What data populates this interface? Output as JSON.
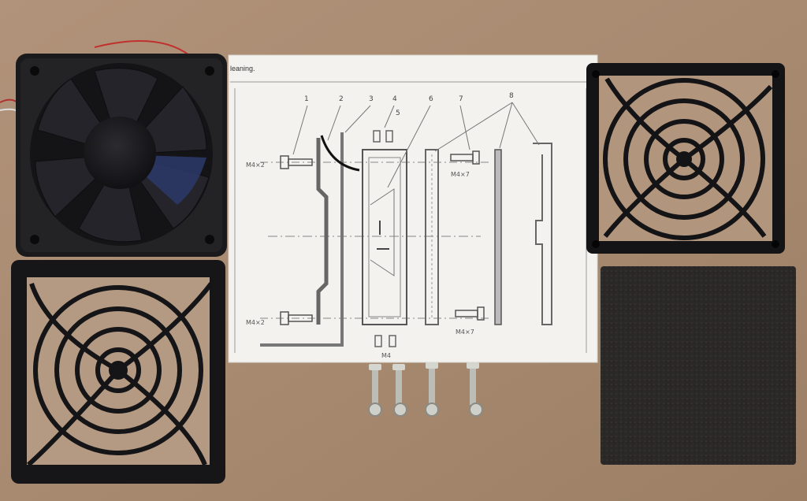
{
  "sheet": {
    "header_text": "leaning.",
    "part_numbers": [
      "1",
      "2",
      "3",
      "4",
      "5",
      "6",
      "7",
      "8"
    ],
    "callouts": {
      "screw_left_top": "M4×2",
      "screw_left_bottom": "M4×2",
      "screw_right_top": "M4×7",
      "screw_right_bottom": "M4×7",
      "nut_bottom": "M4"
    }
  },
  "colors": {
    "cardboard": "#a98a6e",
    "fan_black": "#1c1c1e",
    "fan_blue": "#2a3350",
    "paper": "#f4f3f0",
    "foam": "#2a2826",
    "steel": "#c9c9c4"
  },
  "objects": [
    {
      "name": "fan-unit",
      "description_icon": "fan-icon"
    },
    {
      "name": "fan-grill-left",
      "description_icon": "grill-icon"
    },
    {
      "name": "fan-grill-right",
      "description_icon": "grill-icon"
    },
    {
      "name": "foam-filter",
      "description_icon": "filter-icon"
    },
    {
      "name": "mounting-screws",
      "count": 4,
      "description_icon": "screw-icon"
    }
  ]
}
